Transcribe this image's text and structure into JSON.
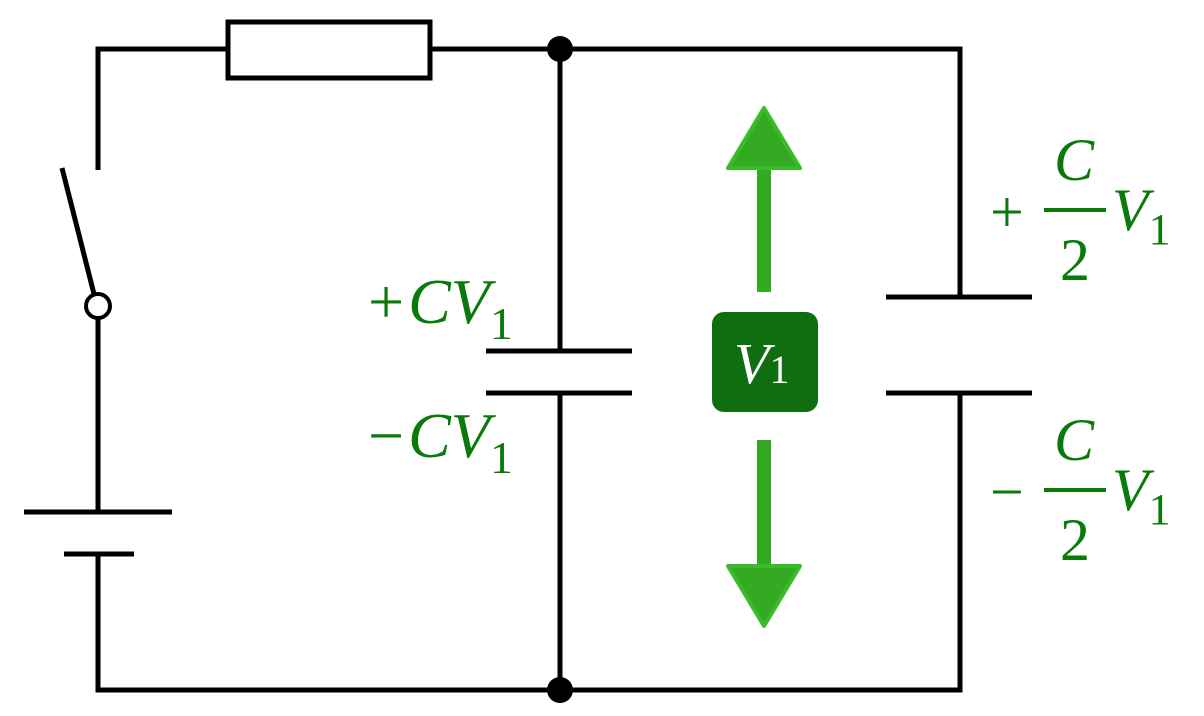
{
  "colors": {
    "wire": "#000000",
    "label": "#0a7a0a",
    "badge_bg": "#0f6e0f",
    "badge_text": "#ffffff",
    "arrow": "#33aa22"
  },
  "left_cap": {
    "plus": "+",
    "minus": "−",
    "charge_symbol": "C",
    "voltage_symbol": "V",
    "subscript": "1"
  },
  "right_cap": {
    "plus": "+",
    "minus": "−",
    "numerator": "C",
    "denominator": "2",
    "voltage_symbol": "V",
    "subscript": "1"
  },
  "badge": {
    "symbol": "V",
    "subscript": "1"
  }
}
